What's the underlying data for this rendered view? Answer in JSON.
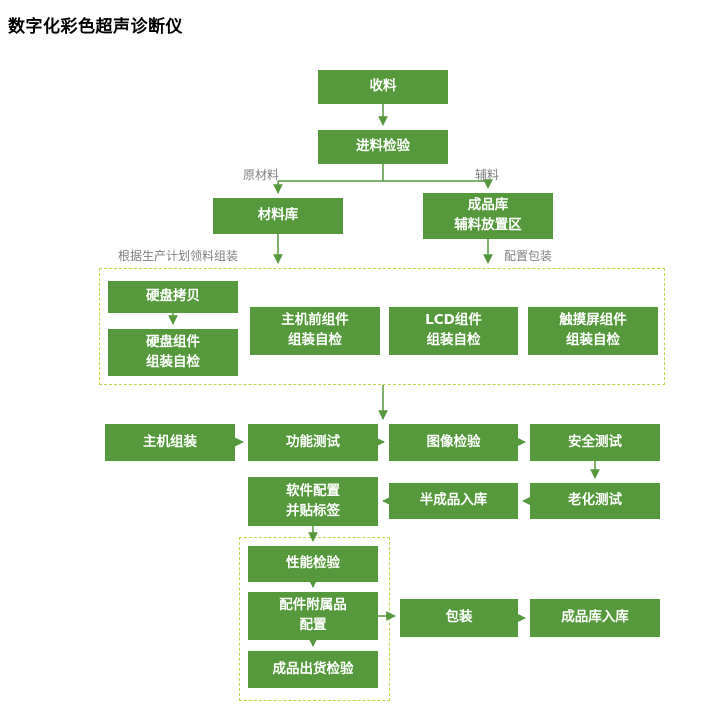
{
  "page": {
    "title": "数字化彩色超声诊断仪"
  },
  "colors": {
    "box_green": "#56983C",
    "arrow_green": "#56983C",
    "dashed_border": "#C3D34F",
    "label_gray": "#7F7F7F"
  },
  "flow": {
    "nodes": {
      "receive_materials": "收料",
      "incoming_inspection": "进料检验",
      "material_warehouse": "材料库",
      "finished_warehouse_aux_area": "成品库\n辅料放置区",
      "hdd_copy": "硬盘拷贝",
      "hdd_assembly_selfcheck": "硬盘组件\n组装自检",
      "mainframe_front_selfcheck": "主机前组件\n组装自检",
      "lcd_selfcheck": "LCD组件\n组装自检",
      "touchscreen_selfcheck": "触摸屏组件\n组装自检",
      "mainframe_assembly": "主机组装",
      "function_test": "功能测试",
      "image_inspection": "图像检验",
      "safety_test": "安全测试",
      "software_config_labeling": "软件配置\n并贴标签",
      "semi_finished_storage": "半成品入库",
      "aging_test": "老化测试",
      "performance_inspection": "性能检验",
      "accessories_config": "配件附属品\n配置",
      "shipment_inspection": "成品出货检验",
      "packaging": "包装",
      "finished_goods_storage": "成品库入库"
    },
    "edge_labels": {
      "raw_material": "原材料",
      "auxiliary_material": "辅料",
      "pick_by_production_plan": "根据生产计划领料组装",
      "configure_packaging": "配置包装"
    }
  }
}
